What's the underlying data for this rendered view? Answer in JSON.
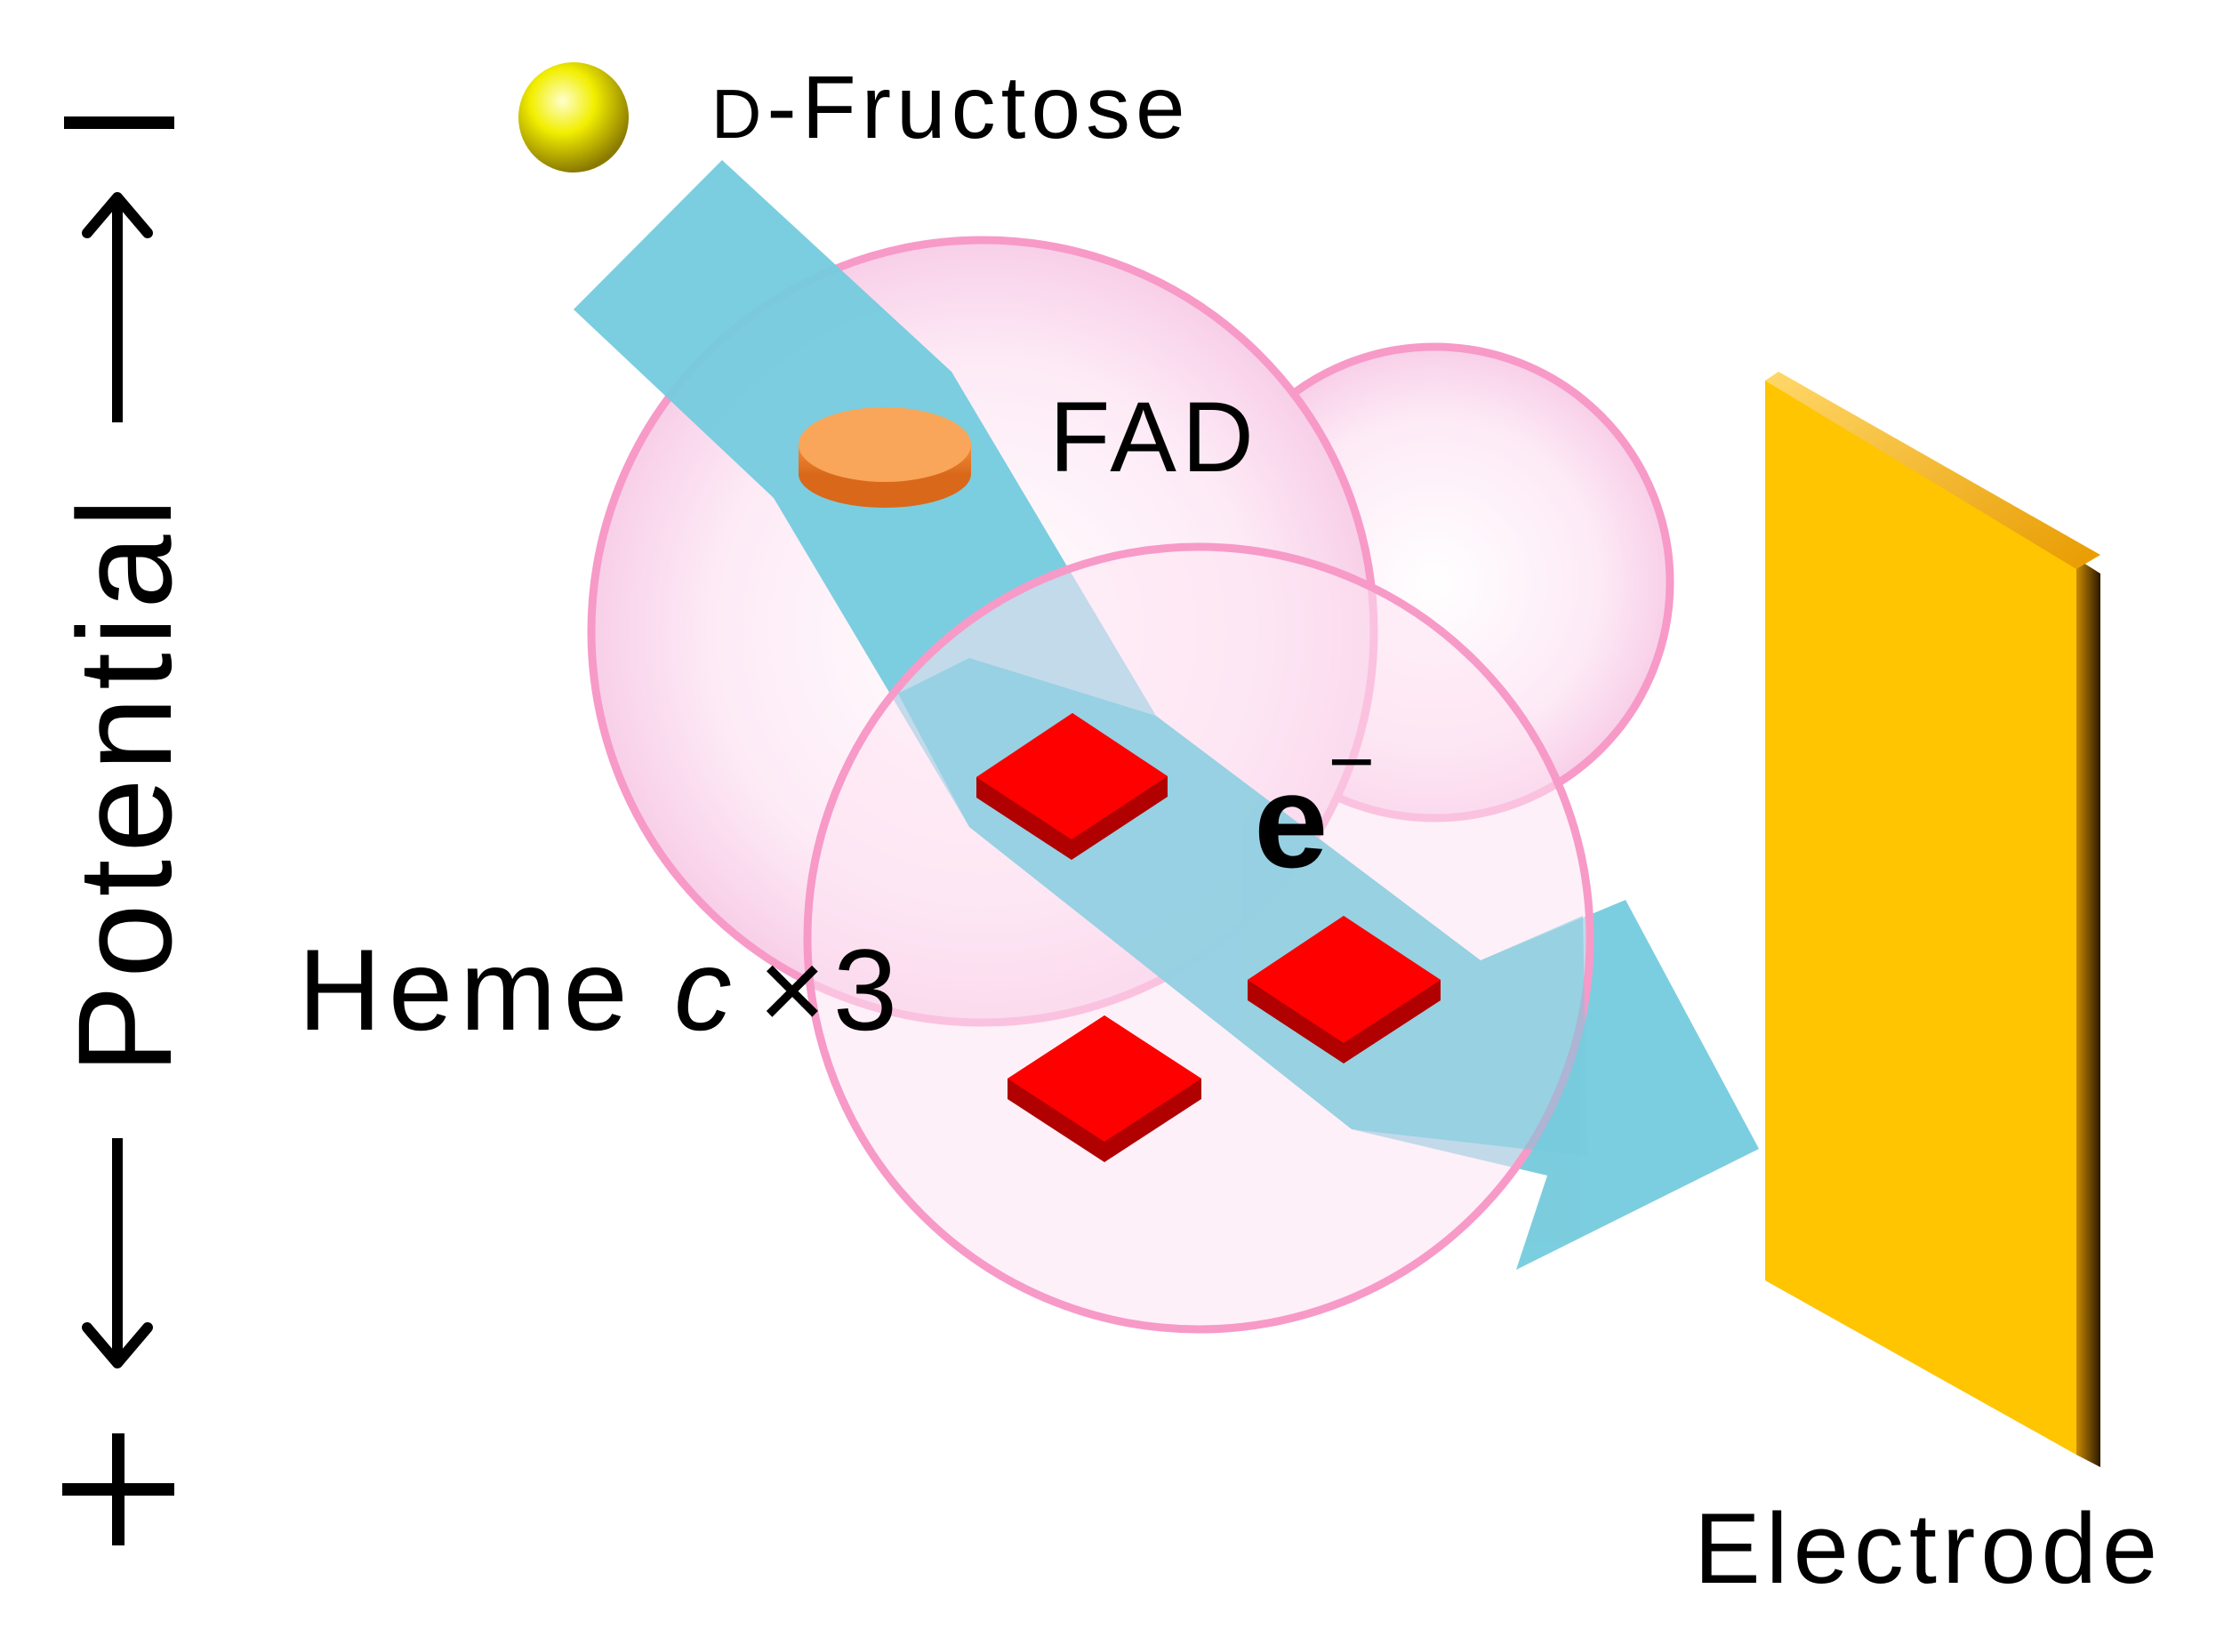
{
  "labels": {
    "substrate": "D-Fructose",
    "substrate_prefix": "D",
    "substrate_dash": "-",
    "substrate_name": "Fructose",
    "cofactor": "FAD",
    "electron": "e",
    "electron_charge": "−",
    "heme": "Heme ",
    "heme_italic": "c",
    "heme_count": "×3",
    "electrode": "Electrode"
  },
  "potential_axis": {
    "label": "Potential",
    "minus_sign": "−",
    "plus_sign": "+"
  },
  "colors": {
    "flow_arrow": "#74CBDD",
    "protein_fill": "#FCE3F3",
    "protein_outline": "#F79AC8",
    "heme": "#FF0000",
    "heme_side": "#B00000",
    "fad": "#F9A55A",
    "fructose": "#F2EE00",
    "electrode": "#FEC500",
    "electrode_edge": "#3A2300"
  },
  "heme_units": 3
}
